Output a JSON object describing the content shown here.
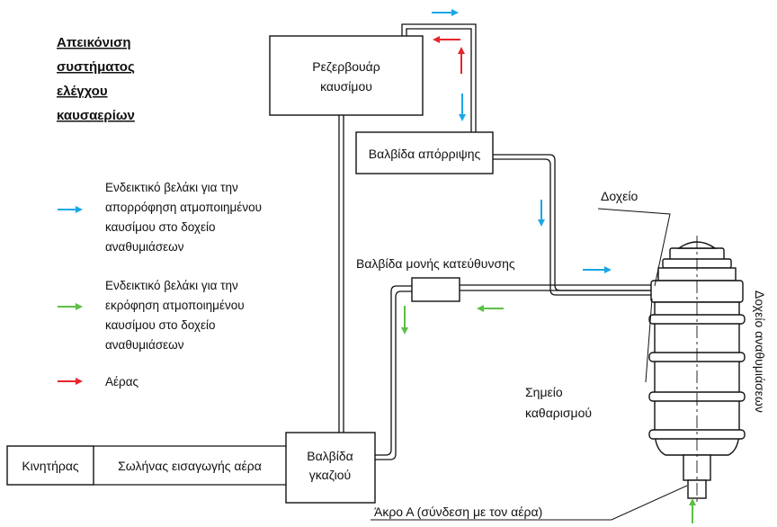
{
  "title": {
    "line1": "Απεικόνιση",
    "line2": "συστήματος",
    "line3": "ελέγχου",
    "line4": "καυσαερίων"
  },
  "legend": {
    "blue": {
      "color": "#1aa7e6",
      "lines": [
        "Ενδεικτικό βελάκι για την",
        "απορρόφηση ατμοποιημένου",
        "καυσίμου στο δοχείο",
        "αναθυμιάσεων"
      ]
    },
    "green": {
      "color": "#5cbf45",
      "lines": [
        "Ενδεικτικό βελάκι για την",
        "εκρόφηση ατμοποιημένου",
        "καυσίμου στο δοχείο",
        "αναθυμιάσεων"
      ]
    },
    "red": {
      "color": "#e5262b",
      "label": "Αέρας"
    }
  },
  "components": {
    "fuel_tank": [
      "Ρεζερβουάρ",
      "καυσίμου"
    ],
    "drain_valve": "Βαλβίδα απόρριψης",
    "check_valve": "Βαλβίδα μονής κατεύθυνσης",
    "container": "Δοχείο",
    "engine": "Κινητήρας",
    "air_intake_pipe": "Σωλήνας εισαγωγής αέρα",
    "throttle_valve": [
      "Βαλβίδα",
      "γκαζιού"
    ],
    "cleaning_point": [
      "Σημείο",
      "καθαρισμού"
    ],
    "end_a": "Άκρο Α (σύνδεση με τον αέρα)",
    "vapor_canister": "Δοχείο αναθυμιάσεων"
  }
}
